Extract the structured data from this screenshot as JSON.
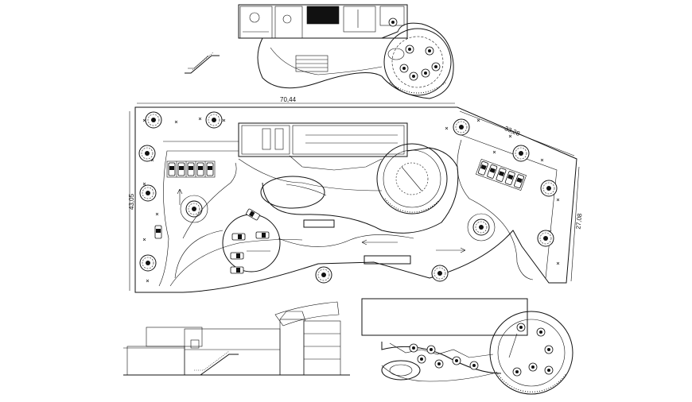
{
  "dimensions": {
    "top_length": "70,44",
    "diagonal_length": "33,28",
    "left_height": "43,05",
    "right_height": "27,08"
  },
  "colors": {
    "line": "#111111",
    "background": "#ffffff"
  },
  "icons": [
    "tree-symbol",
    "parked-car",
    "bus-symbol",
    "direction-arrow",
    "escalator-symbol"
  ]
}
